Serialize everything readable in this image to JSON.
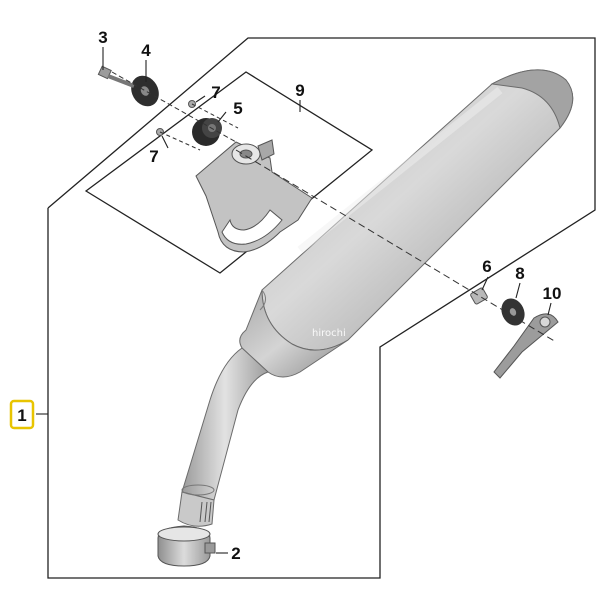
{
  "diagram": {
    "callouts": [
      {
        "id": "c1",
        "label": "1",
        "highlight": true
      },
      {
        "id": "c2",
        "label": "2"
      },
      {
        "id": "c3",
        "label": "3"
      },
      {
        "id": "c4",
        "label": "4"
      },
      {
        "id": "c5",
        "label": "5"
      },
      {
        "id": "c6",
        "label": "6"
      },
      {
        "id": "c7a",
        "label": "7"
      },
      {
        "id": "c7b",
        "label": "7"
      },
      {
        "id": "c8",
        "label": "8"
      },
      {
        "id": "c9",
        "label": "9"
      },
      {
        "id": "c10",
        "label": "10"
      }
    ],
    "watermark": "hirochi",
    "colors": {
      "line": "#222222",
      "highlight_border": "#e8c400",
      "metal_light": "#d8d8d8",
      "metal_dark": "#8a8a8a"
    }
  }
}
